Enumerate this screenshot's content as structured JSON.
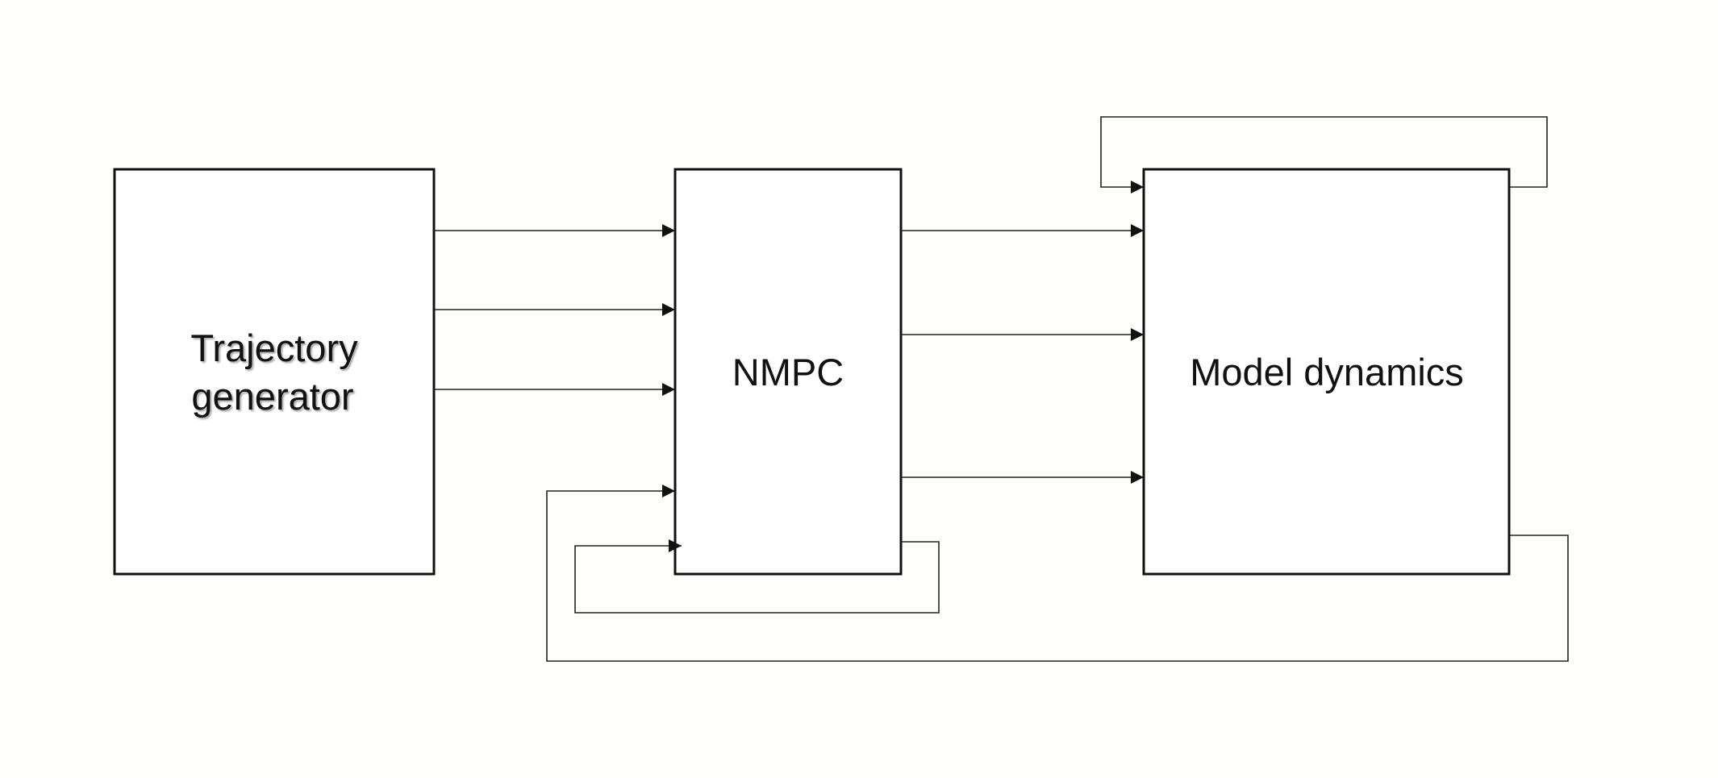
{
  "diagram": {
    "blocks": {
      "trajectory": {
        "line1": "Trajectory",
        "line2": "generator"
      },
      "nmpc": {
        "label": "NMPC"
      },
      "model": {
        "label": "Model dynamics"
      }
    },
    "connections": [
      {
        "from": "trajectory",
        "to": "nmpc",
        "count": 3
      },
      {
        "from": "nmpc",
        "to": "model",
        "count": 3
      },
      {
        "from": "model",
        "to": "model",
        "kind": "self-feedback"
      },
      {
        "from": "nmpc",
        "to": "nmpc",
        "kind": "self-feedback"
      },
      {
        "from": "model",
        "to": "nmpc",
        "kind": "feedback"
      }
    ],
    "colors": {
      "line": "#222222",
      "box_border": "#111111",
      "background": "#fefefc"
    }
  }
}
